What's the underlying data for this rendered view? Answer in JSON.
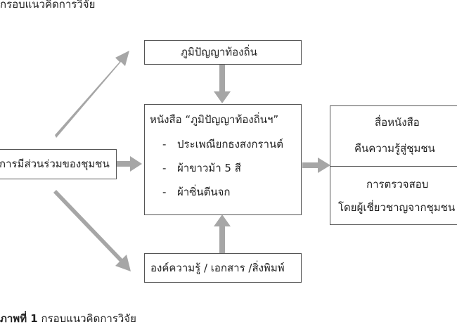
{
  "diagram": {
    "heading": "กรอบแนวคิดการวิจัย",
    "local_wisdom": "ภูมิปัญญาท้องถิ่น",
    "community": "การมีส่วนร่วมของชุมชน",
    "center": {
      "title": "หนังสือ “ภูมิปัญญาท้องถิ่นฯ”",
      "items": [
        "ประเพณียกธงสงกรานต์",
        "ผ้าขาวม้า 5 สี",
        "ผ้าซิ่นตีนจก"
      ]
    },
    "sources": "องค์ความรู้ / เอกสาร /สิ่งพิมพ์",
    "output": {
      "line1": "สื่อหนังสือ",
      "line2": "คืนความรู้สู่ชุมชน",
      "line3": "การตรวจสอบ",
      "line4": "โดยผู้เชี่ยวชาญจากชุมชน"
    },
    "caption_label": "ภาพที่ 1",
    "caption_text": "กรอบแนวคิดการวิจัย"
  },
  "colors": {
    "arrow": "#a6a6a6",
    "border": "#555555"
  }
}
